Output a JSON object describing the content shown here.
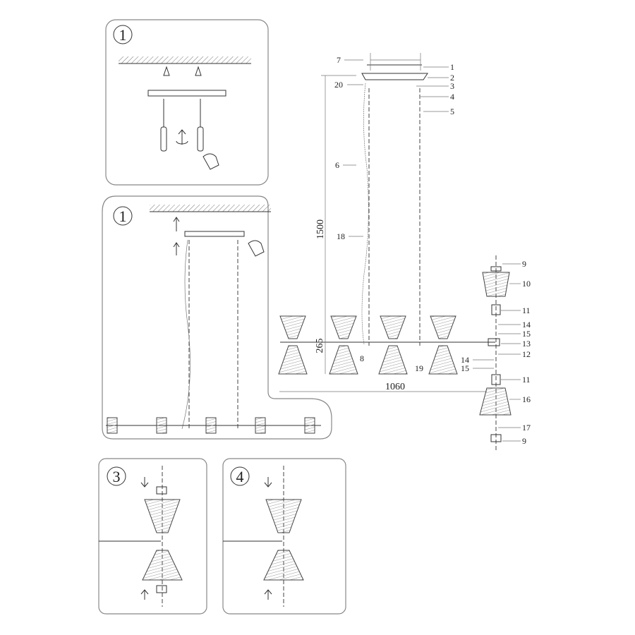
{
  "steps": [
    {
      "number": "1"
    },
    {
      "number": "1"
    },
    {
      "number": "3"
    },
    {
      "number": "4"
    }
  ],
  "dimensions": {
    "height": "1500",
    "shade_height": "265",
    "width": "1060"
  },
  "parts": {
    "p1": "1",
    "p2": "2",
    "p3": "3",
    "p4": "4",
    "p5": "5",
    "p6": "6",
    "p7": "7",
    "p8": "8",
    "p9a": "9",
    "p9b": "9",
    "p10": "10",
    "p11a": "11",
    "p11b": "11",
    "p12": "12",
    "p13": "13",
    "p14a": "14",
    "p14b": "14",
    "p15a": "15",
    "p15b": "15",
    "p16": "16",
    "p17": "17",
    "p18": "18",
    "p19": "19",
    "p20": "20"
  }
}
